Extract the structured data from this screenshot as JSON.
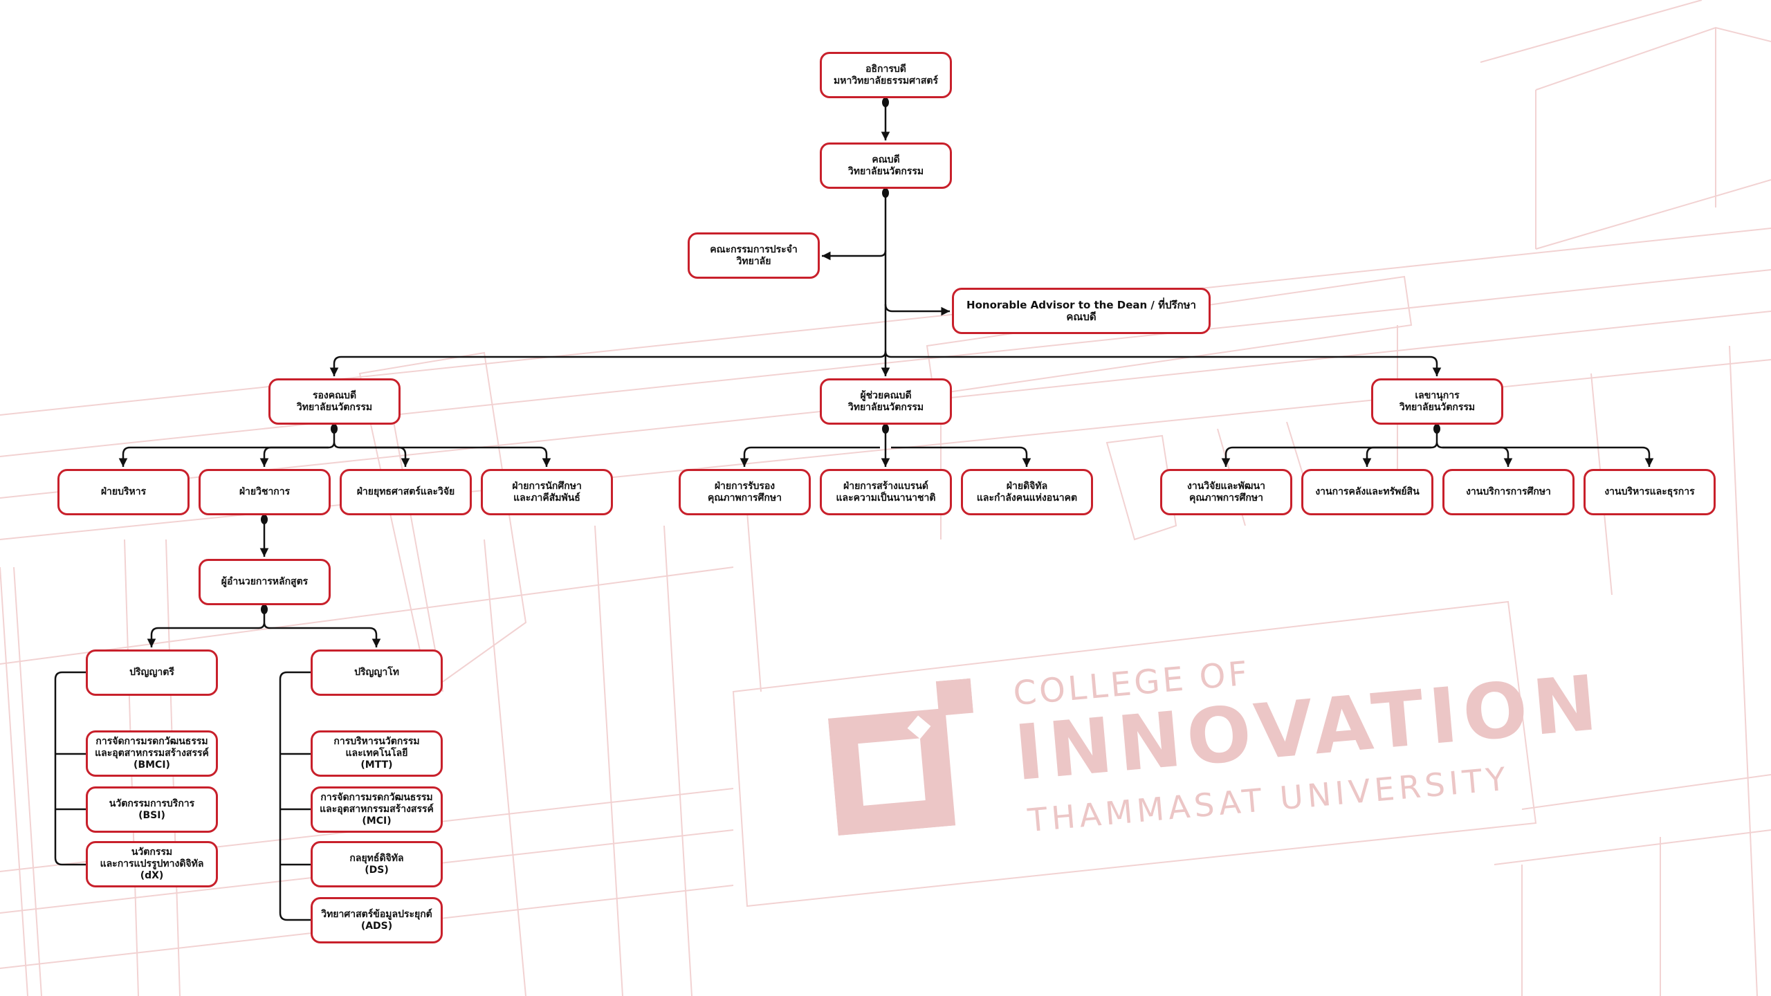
{
  "colors": {
    "box_border": "#c8202b",
    "line": "#111111",
    "watermark": "#ecc6c6"
  },
  "watermark": {
    "line1": "COLLEGE OF",
    "line2": "INNOVATION",
    "line3": "THAMMASAT UNIVERSITY"
  },
  "nodes": {
    "president": "อธิการบดี\nมหาวิทยาลัยธรรมศาสตร์",
    "dean": "คณบดี\nวิทยาลัยนวัตกรรม",
    "committee": "คณะกรรมการประจำ\nวิทยาลัย",
    "advisor": "Honorable Advisor to the Dean / ที่ปรึกษาคณบดี",
    "vice_dean": "รองคณบดี\nวิทยาลัยนวัตกรรม",
    "assistant_dean": "ผู้ช่วยคณบดี\nวิทยาลัยนวัตกรรม",
    "secretary": "เลขานุการ\nวิทยาลัยนวัตกรรม",
    "vice_dean_units": [
      "ฝ่ายบริหาร",
      "ฝ่ายวิชาการ",
      "ฝ่ายยุทธศาสตร์และวิจัย",
      "ฝ่ายการนักศึกษา\nและภาคีสัมพันธ์"
    ],
    "assistant_units": [
      "ฝ่ายการรับรอง\nคุณภาพการศึกษา",
      "ฝ่ายการสร้างแบรนด์\nและความเป็นนานาชาติ",
      "ฝ่ายดิจิทัล\nและกำลังคนแห่งอนาคต"
    ],
    "secretary_units": [
      "งานวิจัยและพัฒนา\nคุณภาพการศึกษา",
      "งานการคลังและทรัพย์สิน",
      "งานบริการการศึกษา",
      "งานบริหารและธุรการ"
    ],
    "program_director": "ผู้อำนวยการหลักสูตร",
    "bachelor": "ปริญญาตรี",
    "master": "ปริญญาโท",
    "bachelor_programs": [
      "การจัดการมรดกวัฒนธรรม\nและอุตสาหกรรมสร้างสรรค์\n(BMCI)",
      "นวัตกรรมการบริการ\n(BSI)",
      "นวัตกรรม\nและการแปรรูปทางดิจิทัล\n(dX)"
    ],
    "master_programs": [
      "การบริหารนวัตกรรม\nและเทคโนโลยี\n(MTT)",
      "การจัดการมรดกวัฒนธรรม\nและอุตสาหกรรมสร้างสรรค์\n(MCI)",
      "กลยุทธ์ดิจิทัล\n(DS)",
      "วิทยาศาสตร์ข้อมูลประยุกต์\n(ADS)"
    ]
  }
}
